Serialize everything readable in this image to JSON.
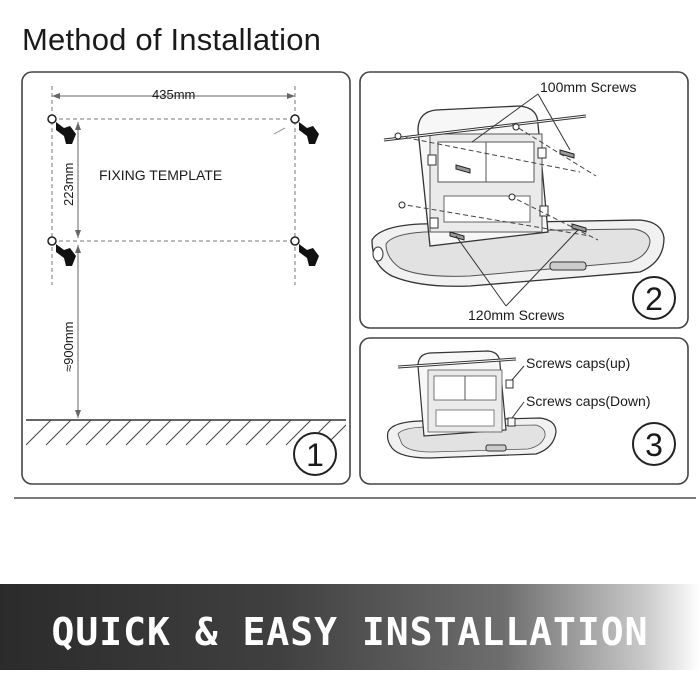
{
  "title": "Method of Installation",
  "panel1": {
    "width_label": "435mm",
    "height_label": "223mm",
    "floor_label": "≈900mm",
    "template_label": "FIXING TEMPLATE",
    "step": "1"
  },
  "panel2": {
    "top_label": "100mm Screws",
    "bottom_label": "120mm Screws",
    "step": "2"
  },
  "panel3": {
    "caps_up_label": "Screws caps(up)",
    "caps_down_label": "Screws caps(Down)",
    "step": "3"
  },
  "banner": {
    "text": "QUICK & EASY INSTALLATION",
    "colors": [
      "#2b2b2b",
      "#ffffff"
    ]
  },
  "icons": [
    "drill-icon",
    "screw-icon",
    "floor-hatch-icon",
    "baby-changing-station-icon"
  ]
}
